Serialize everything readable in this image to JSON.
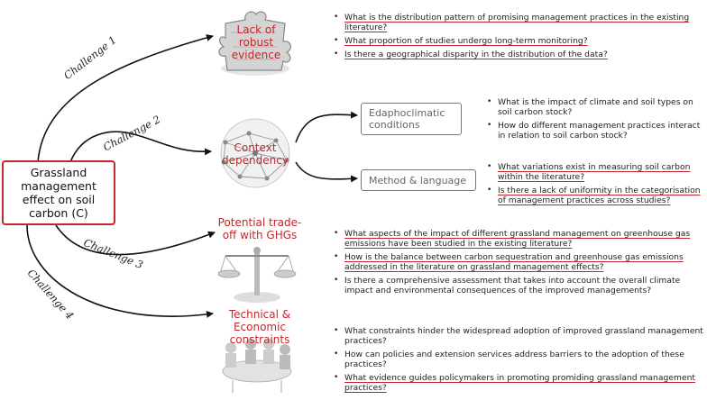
{
  "central": {
    "label": "Grassland management effect on soil carbon (C)"
  },
  "challenges": [
    "Challenge 1",
    "Challenge 2",
    "Challenge 3",
    "Challenge 4"
  ],
  "topics": {
    "evidence": {
      "title": "Lack of robust evidence",
      "icon": "puzzle-piece-icon",
      "questions": [
        "What is the distribution pattern of promising management practices in the existing literature?",
        "What proportion of studies undergo long-term monitoring?",
        "Is there a geographical disparity in the distribution of the data?"
      ]
    },
    "context": {
      "title": "Context dependency",
      "icon": "network-globe-icon",
      "sub_edaphic": {
        "label": "Edaphoclimatic conditions",
        "questions": [
          "What is the impact of climate and soil types on soil carbon stock?",
          "How do different management practices interact in relation to soil carbon stock?"
        ]
      },
      "sub_method": {
        "label": "Method & language",
        "questions": [
          "What variations exist in measuring soil carbon within the literature?",
          "Is there a lack of uniformity in the categorisation of management practices across studies?"
        ]
      }
    },
    "tradeoff": {
      "title": "Potential trade-off with GHGs",
      "icon": "balance-scale-icon",
      "questions": [
        "What aspects of the impact of different grassland management on greenhouse gas emissions have been studied in the existing literature?",
        "How is the balance between carbon sequestration and greenhouse gas emissions addressed in the literature on grassland management effects?",
        "Is there a comprehensive assessment that takes into account the overall climate impact and environmental consequences of the improved managements?"
      ]
    },
    "constraints": {
      "title": "Technical & Economic constraints",
      "icon": "meeting-table-icon",
      "questions": [
        "What constraints hinder the widespread adoption of improved grassland management practices?",
        "How can policies and extension services address barriers to the adoption of these practices?",
        "What evidence guides policymakers in promoting promiding grassland management practices?"
      ]
    }
  },
  "colors": {
    "accent": "#c0282d",
    "line": "#111111",
    "box_border": "#777777"
  }
}
